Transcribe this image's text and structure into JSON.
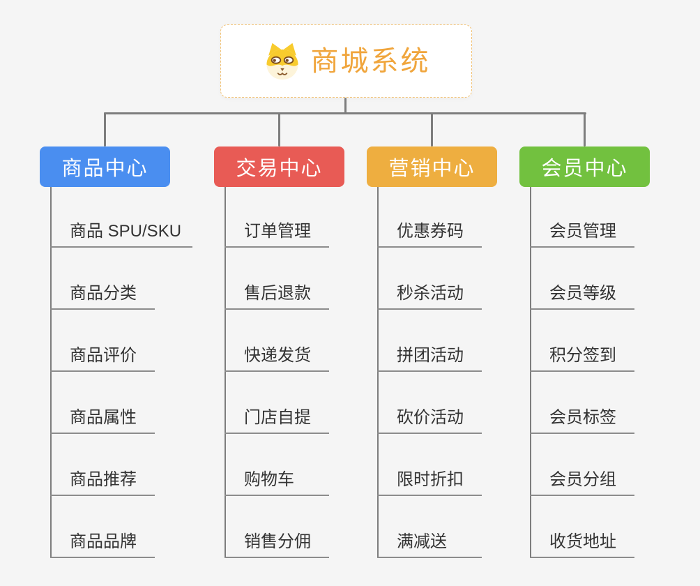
{
  "diagram": {
    "background": "#f5f5f5",
    "connector_color": "#7d7d7d",
    "root": {
      "title": "商城系统",
      "icon": "shiba-dog-icon",
      "text_color": "#f0a53c",
      "border_color": "#f2c377",
      "icon_colors": {
        "fur": "#f8cb2e",
        "muzzle": "#fdf4da",
        "features": "#7a4a1e"
      }
    },
    "branches": [
      {
        "label": "商品中心",
        "color": "#4a8ef0",
        "children": [
          "商品 SPU/SKU",
          "商品分类",
          "商品评价",
          "商品属性",
          "商品推荐",
          "商品品牌"
        ]
      },
      {
        "label": "交易中心",
        "color": "#e85b55",
        "children": [
          "订单管理",
          "售后退款",
          "快递发货",
          "门店自提",
          "购物车",
          "销售分佣"
        ]
      },
      {
        "label": "营销中心",
        "color": "#eeae40",
        "children": [
          "优惠券码",
          "秒杀活动",
          "拼团活动",
          "砍价活动",
          "限时折扣",
          "满减送"
        ]
      },
      {
        "label": "会员中心",
        "color": "#72c13f",
        "children": [
          "会员管理",
          "会员等级",
          "积分签到",
          "会员标签",
          "会员分组",
          "收货地址"
        ]
      }
    ]
  }
}
